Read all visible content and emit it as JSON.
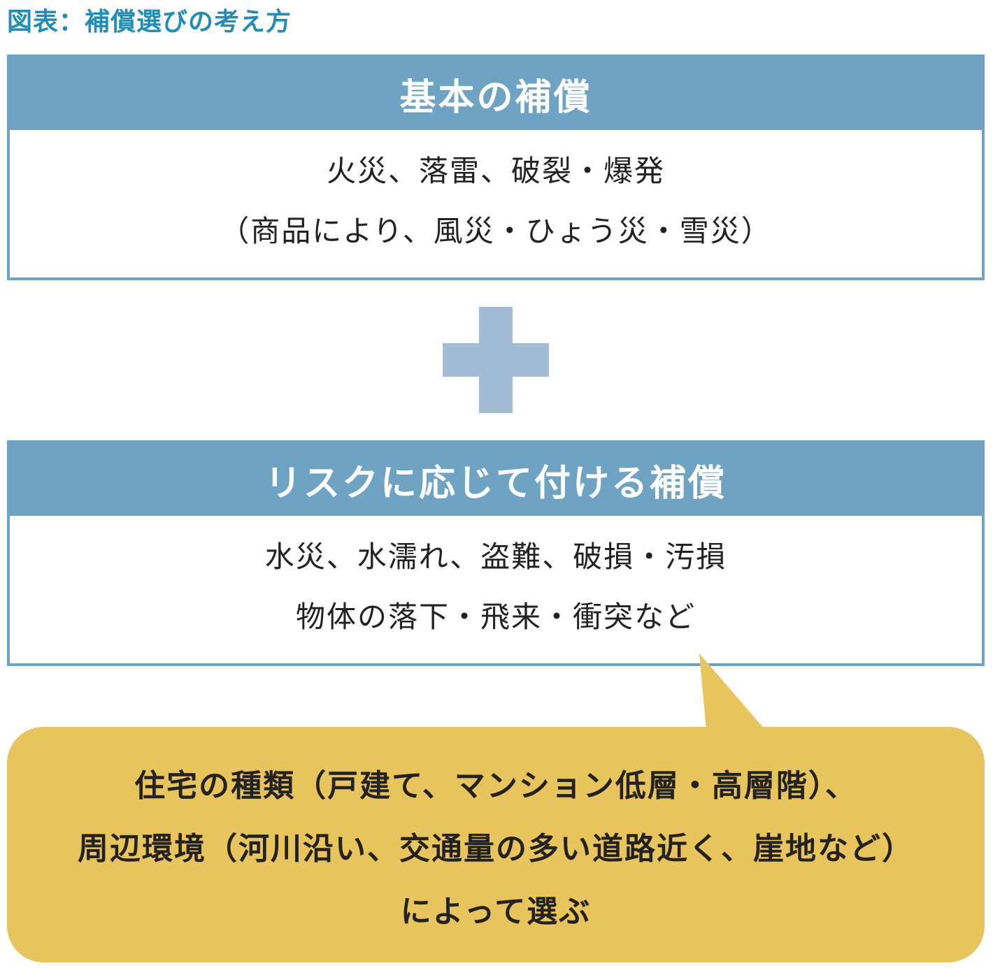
{
  "title": "図表：補償選びの考え方",
  "basic": {
    "header": "基本の補償",
    "lines": [
      "火災、落雷、破裂・爆発",
      "（商品により、風災・ひょう災・雪災）"
    ]
  },
  "plus_icon": "plus-icon",
  "optional": {
    "header": "リスクに応じて付ける補償",
    "lines": [
      "水災、水濡れ、盗難、破損・汚損",
      "物体の落下・飛来・衝突など"
    ]
  },
  "callout": {
    "lines": [
      "住宅の種類（戸建て、マンション低層・高層階）、",
      "周辺環境（河川沿い、交通量の多い道路近く、崖地など）",
      "によって選ぶ"
    ]
  },
  "colors": {
    "title": "#1f8db5",
    "header": "#6fa3c4",
    "plus": "#a3bcd6",
    "callout": "#e8c55c"
  }
}
